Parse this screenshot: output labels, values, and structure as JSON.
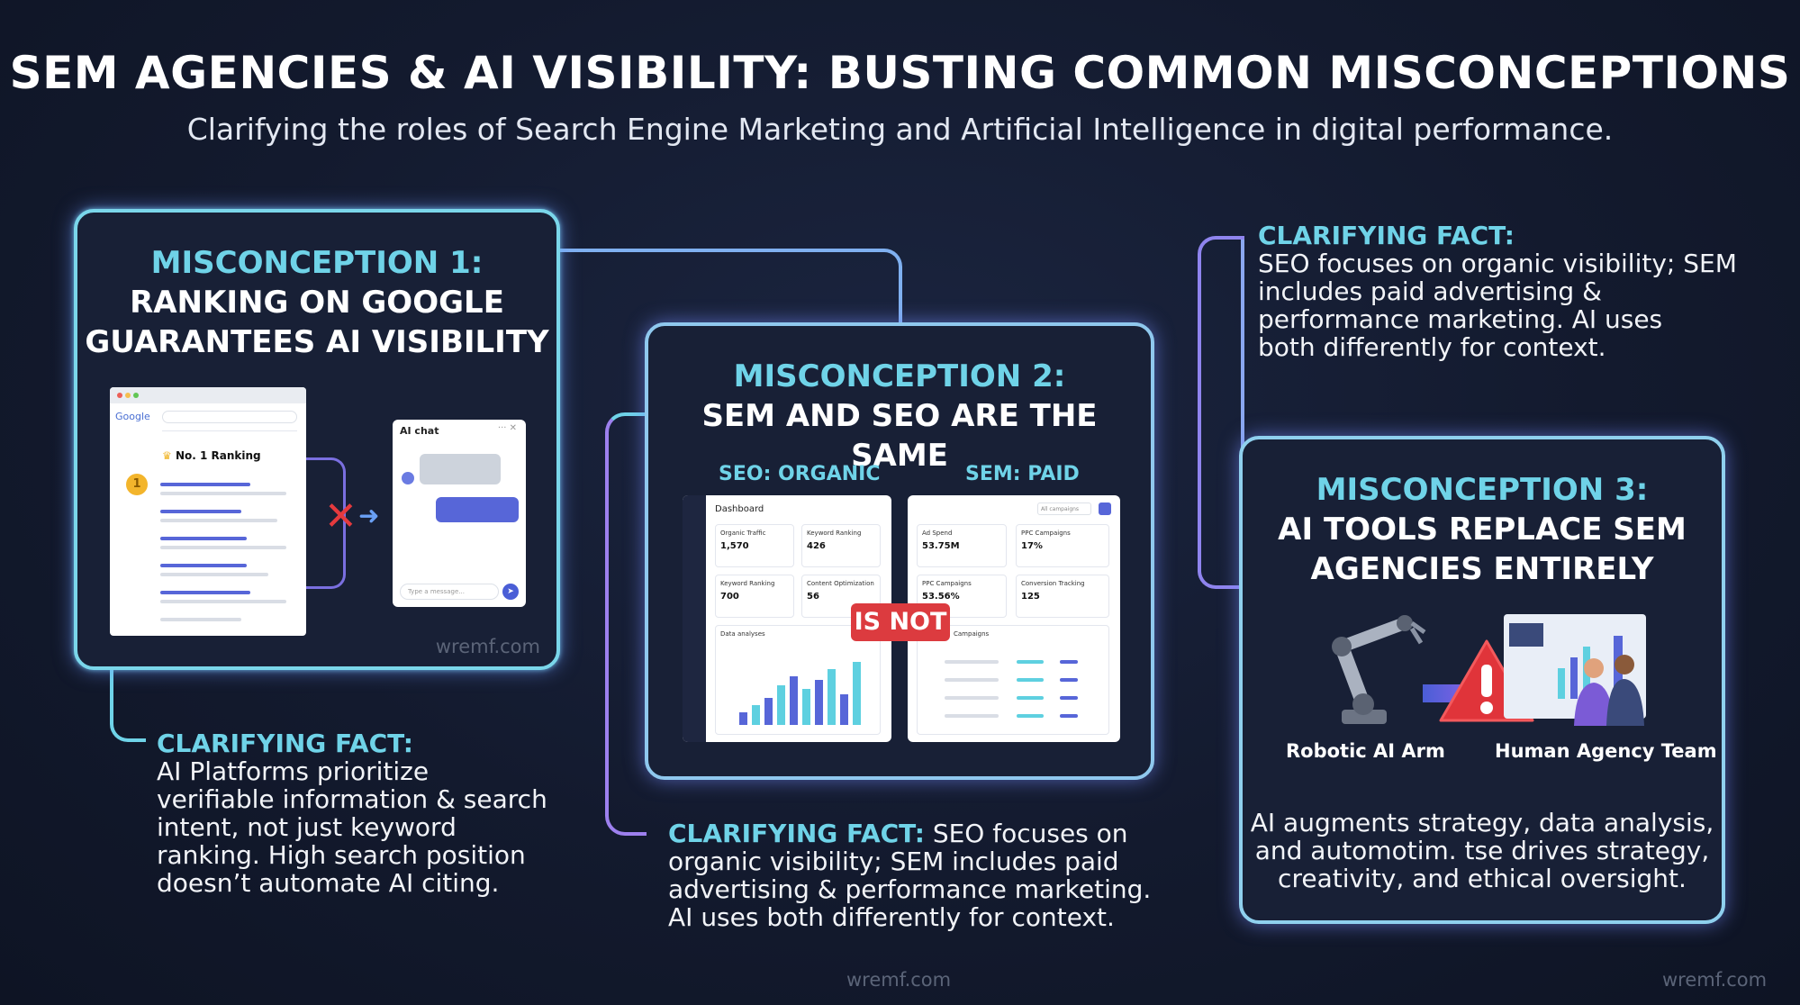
{
  "header": {
    "title": "SEM AGENCIES & AI VISIBILITY: BUSTING COMMON MISCONCEPTIONS",
    "subtitle": "Clarifying the roles of Search Engine Marketing and Artificial Intelligence in digital performance."
  },
  "m1": {
    "label": "MISCONCEPTION 1:",
    "line1": "RANKING ON GOOGLE",
    "line2": "GUARANTEES AI VISIBILITY",
    "google_logo": "Google",
    "ranking": "No. 1 Ranking",
    "medal": "1",
    "ai_chat_title": "AI chat",
    "ai_chat_placeholder": "Type a message...",
    "watermark": "wremf.com",
    "fact_heading": "CLARIFYING FACT:",
    "fact_lines": [
      "AI Platforms prioritize",
      "verifiable information & search",
      "intent, not just keyword",
      "ranking. High search position",
      "doesn’t automate AI citing."
    ]
  },
  "m2": {
    "label": "MISCONCEPTION 2:",
    "line1": "SEM AND SEO ARE THE SAME",
    "seo_label": "SEO: ORGANIC",
    "sem_label": "SEM: PAID",
    "is_not": "IS NOT",
    "seo_dash": {
      "title": "Dashboard",
      "tiles": [
        {
          "label": "Organic Traffic",
          "value": "1,570"
        },
        {
          "label": "Keyword Ranking",
          "value": "426"
        },
        {
          "label": "Keyword Ranking",
          "value": "700"
        },
        {
          "label": "Content Optimization",
          "value": "56"
        }
      ],
      "chart_label": "Data analyses"
    },
    "sem_dash": {
      "filter": "All campaigns",
      "tiles": [
        {
          "label": "Ad Spend",
          "value": "53.75M"
        },
        {
          "label": "PPC Campaigns",
          "value": "17%"
        },
        {
          "label": "PPC Campaigns",
          "value": "53.56%"
        },
        {
          "label": "Conversion Tracking",
          "value": "125"
        }
      ],
      "table_label": "Campaigns"
    },
    "fact_heading": "CLARIFYING FACT:",
    "fact_first": " SEO focuses on",
    "fact_lines": [
      "organic visibility; SEM includes paid",
      "advertising & performance marketing.",
      "AI uses both differently for context."
    ],
    "watermark": "wremf.com"
  },
  "top_fact": {
    "heading": "CLARIFYING FACT:",
    "lines": [
      "SEO focuses on organic visibility; SEM",
      "includes paid advertising &",
      "performance marketing. AI uses",
      "both differently for context."
    ]
  },
  "m3": {
    "label": "MISCONCEPTION 3:",
    "line1": "AI TOOLS REPLACE SEM",
    "line2": "AGENCIES ENTIRELY",
    "robot_label": "Robotic AI Arm",
    "human_label": "Human Agency Team",
    "fact_lines": [
      "AI augments strategy, data analysis,",
      "and automotim. tse drives strategy,",
      "creativity, and ethical oversight."
    ],
    "watermark": "wremf.com"
  },
  "colors": {
    "cyan": "#6fd3e8",
    "accent_blue": "#5766d8",
    "alert_red": "#dc3b3f"
  }
}
